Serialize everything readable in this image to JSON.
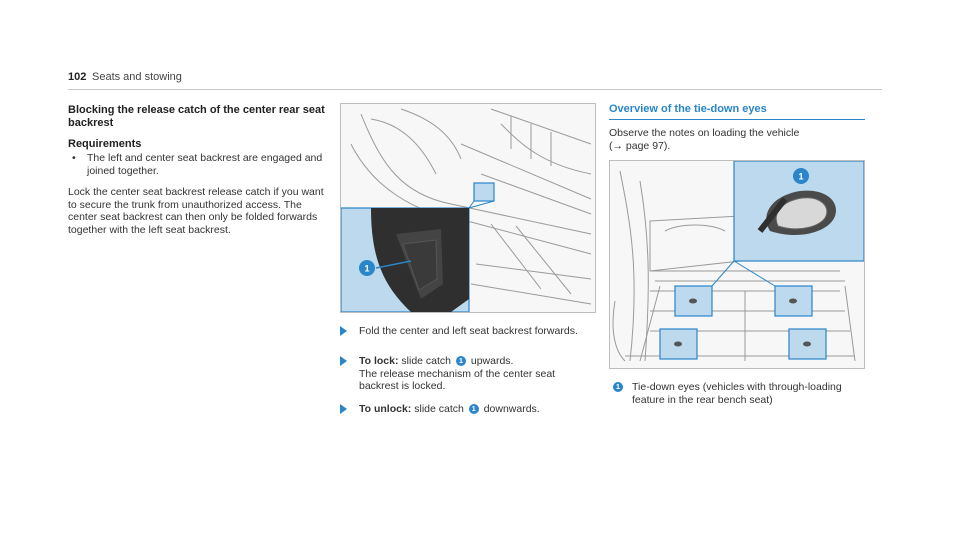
{
  "header": {
    "page_number": "102",
    "section": "Seats and stowing"
  },
  "left": {
    "heading": "Blocking the release catch of the center rear seat backrest",
    "requirements_title": "Requirements",
    "requirement_item": "The left and center seat backrest are engaged and joined together.",
    "paragraph": "Lock the center seat backrest release catch if you want to secure the trunk from unauthorized access. The center seat backrest can then only be folded forwards together with the left seat backrest."
  },
  "middle": {
    "figure_callout": "1",
    "step1": "Fold the center and left seat backrest forwards.",
    "step2_label": "To lock:",
    "step2_pre": "slide catch",
    "step2_callout": "1",
    "step2_post": "upwards.",
    "step2_note": "The release mechanism of the center seat backrest is locked.",
    "step3_label": "To unlock:",
    "step3_pre": "slide catch",
    "step3_callout": "1",
    "step3_post": "downwards."
  },
  "right": {
    "heading": "Overview of the tie-down eyes",
    "paragraph_line1": "Observe the notes on loading the vehicle",
    "paragraph_line2": "(→ page 97).",
    "figure_callout": "1",
    "caption_callout": "1",
    "caption": "Tie-down eyes (vehicles with through-loading feature in the rear bench seat)"
  },
  "colors": {
    "accent": "#2a85c9",
    "highlight_fill": "#bcd9ee"
  }
}
